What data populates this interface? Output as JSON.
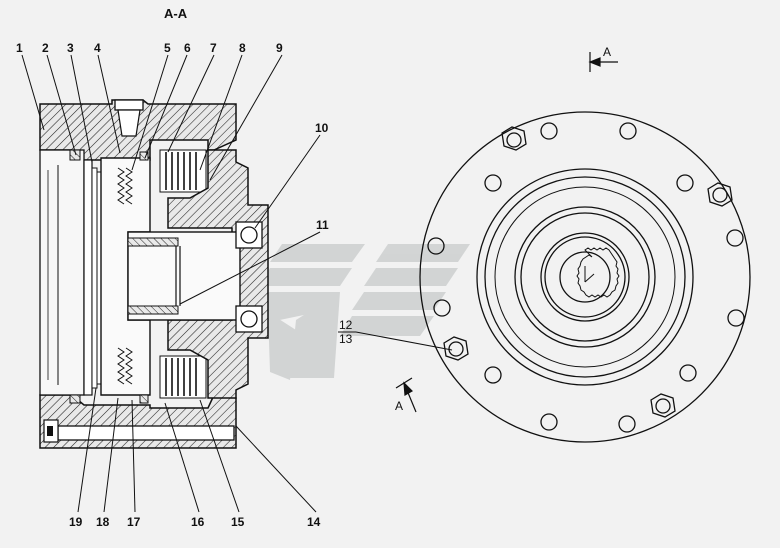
{
  "section_title": "А-А",
  "view_marker_top": "A",
  "view_marker_bottom": "A",
  "part_labels_top": [
    "1",
    "2",
    "3",
    "4",
    "5",
    "6",
    "7",
    "8",
    "9"
  ],
  "part_labels_right": [
    "10",
    "11"
  ],
  "part_labels_bottom": [
    "19",
    "18",
    "17",
    "16",
    "15",
    "14"
  ],
  "part_labels_front": [
    "12",
    "13"
  ],
  "watermark": "logo"
}
